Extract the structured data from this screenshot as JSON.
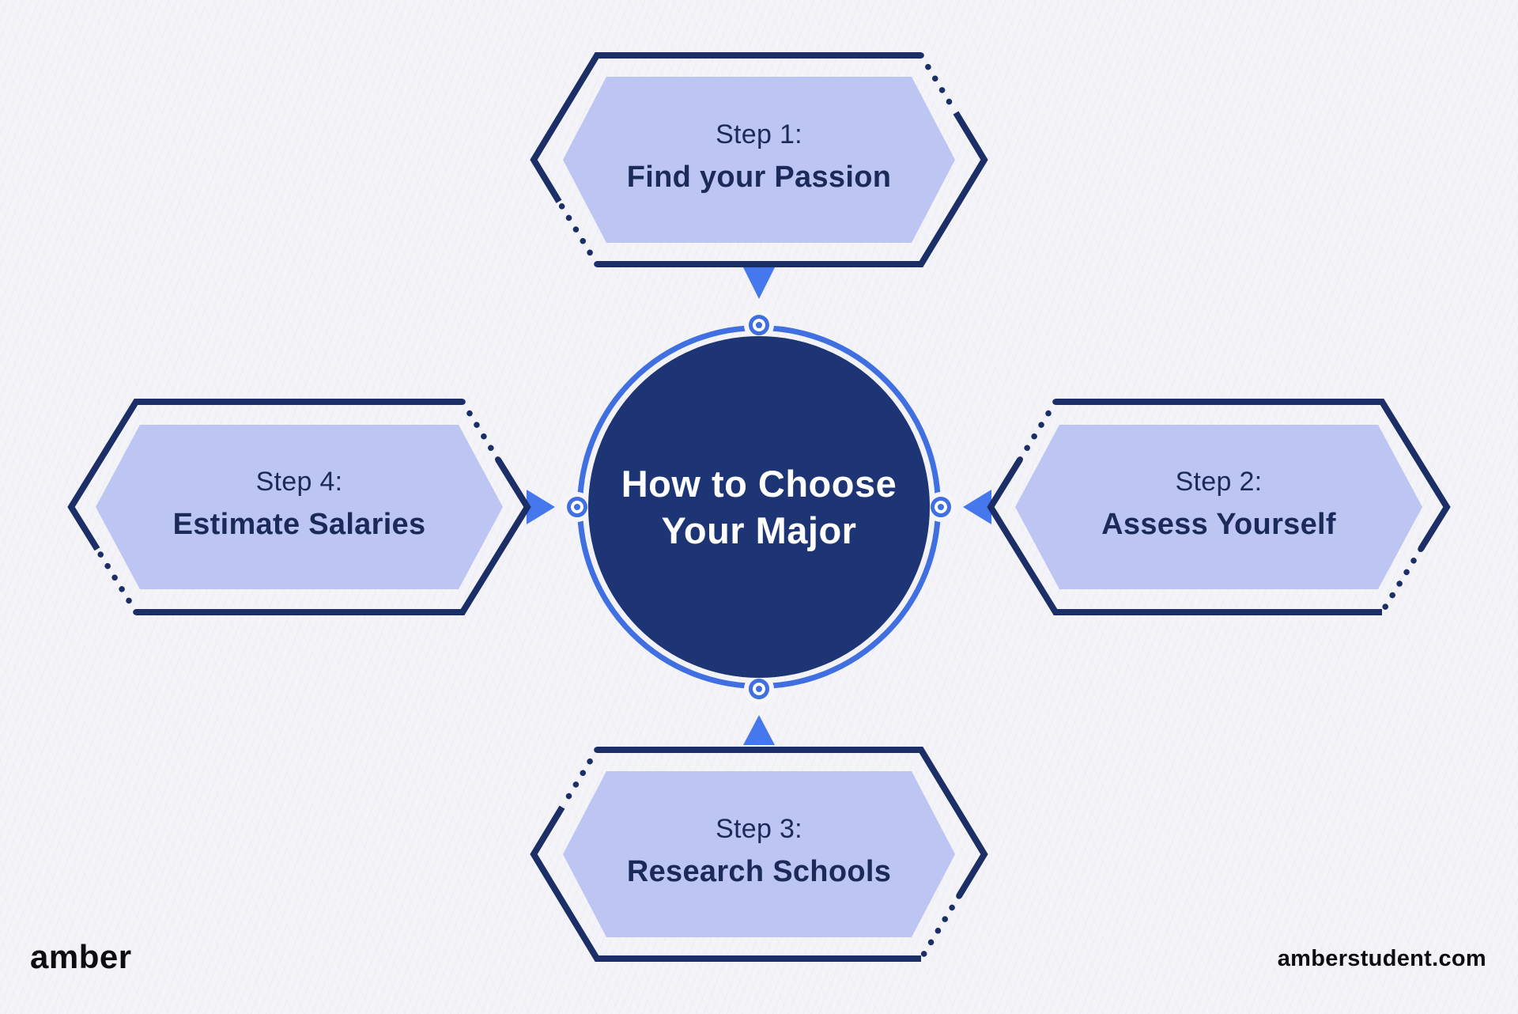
{
  "diagram": {
    "center": {
      "title_line1": "How to Choose",
      "title_line2": "Your Major"
    },
    "steps": [
      {
        "label": "Step 1:",
        "title": "Find your Passion",
        "position": "top"
      },
      {
        "label": "Step 2:",
        "title": "Assess Yourself",
        "position": "right"
      },
      {
        "label": "Step 3:",
        "title": "Research Schools",
        "position": "bottom"
      },
      {
        "label": "Step 4:",
        "title": "Estimate Salaries",
        "position": "left"
      }
    ]
  },
  "footer": {
    "logo": "amber",
    "website": "amberstudent.com"
  },
  "colors": {
    "background": "#f4f4f8",
    "hexagon_outline": "#1b2e66",
    "hexagon_fill": "#bdc6f3",
    "hexagon_text": "#1c2a5a",
    "circle_fill": "#1d3574",
    "circle_text": "#ffffff",
    "ring": "#3f6fe0",
    "arrow": "#4478ec",
    "footer_text": "#0d0d0f"
  }
}
